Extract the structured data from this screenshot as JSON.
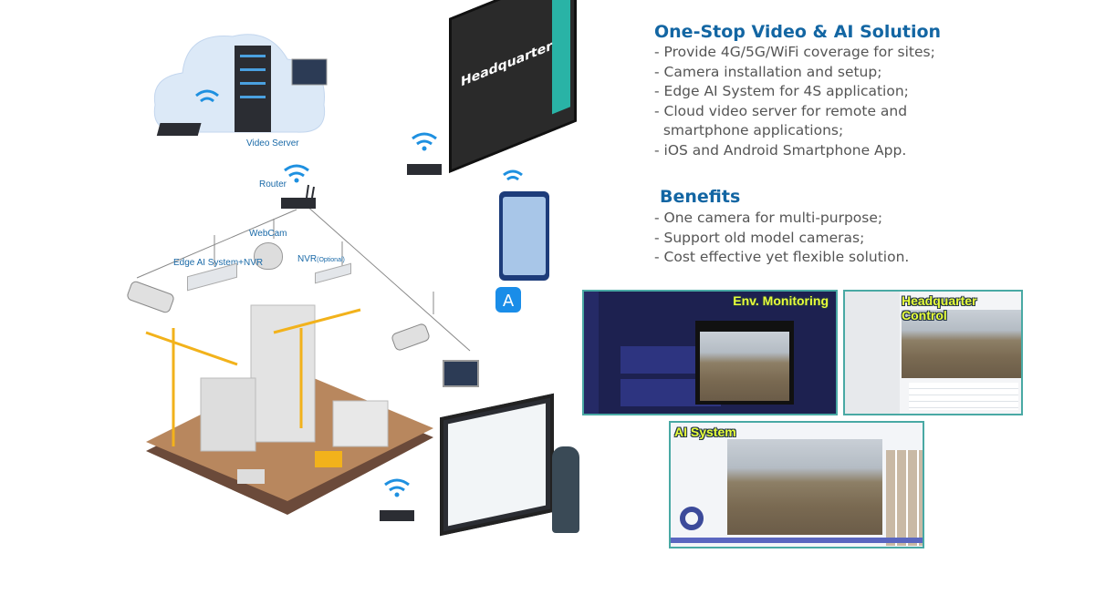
{
  "solution": {
    "title": "One-Stop Video & AI Solution",
    "items": [
      "- Provide 4G/5G/WiFi coverage for sites;",
      "- Camera installation and setup;",
      "- Edge AI System for 4S application;",
      "- Cloud video server for remote and",
      "  smartphone applications;",
      "- iOS and Android Smartphone App."
    ]
  },
  "benefits": {
    "title": "Benefits",
    "items": [
      "- One camera for multi-purpose;",
      "- Support old model cameras;",
      "- Cost effective yet flexible solution."
    ]
  },
  "diagram": {
    "video_server": "Video Server",
    "router": "Router",
    "webcam": "WebCam",
    "edge_ai": "Edge AI System+NVR",
    "nvr": "NVR",
    "nvr_optional": "(Optional)",
    "headquarter": "Headquarter"
  },
  "panels": {
    "env": "Env. Monitoring",
    "hq": "Headquarter Control",
    "ai": "AI System"
  },
  "colors": {
    "accent": "#1366a3",
    "panel_border": "#49a9a4",
    "panel_title": "#e8ff3a"
  }
}
